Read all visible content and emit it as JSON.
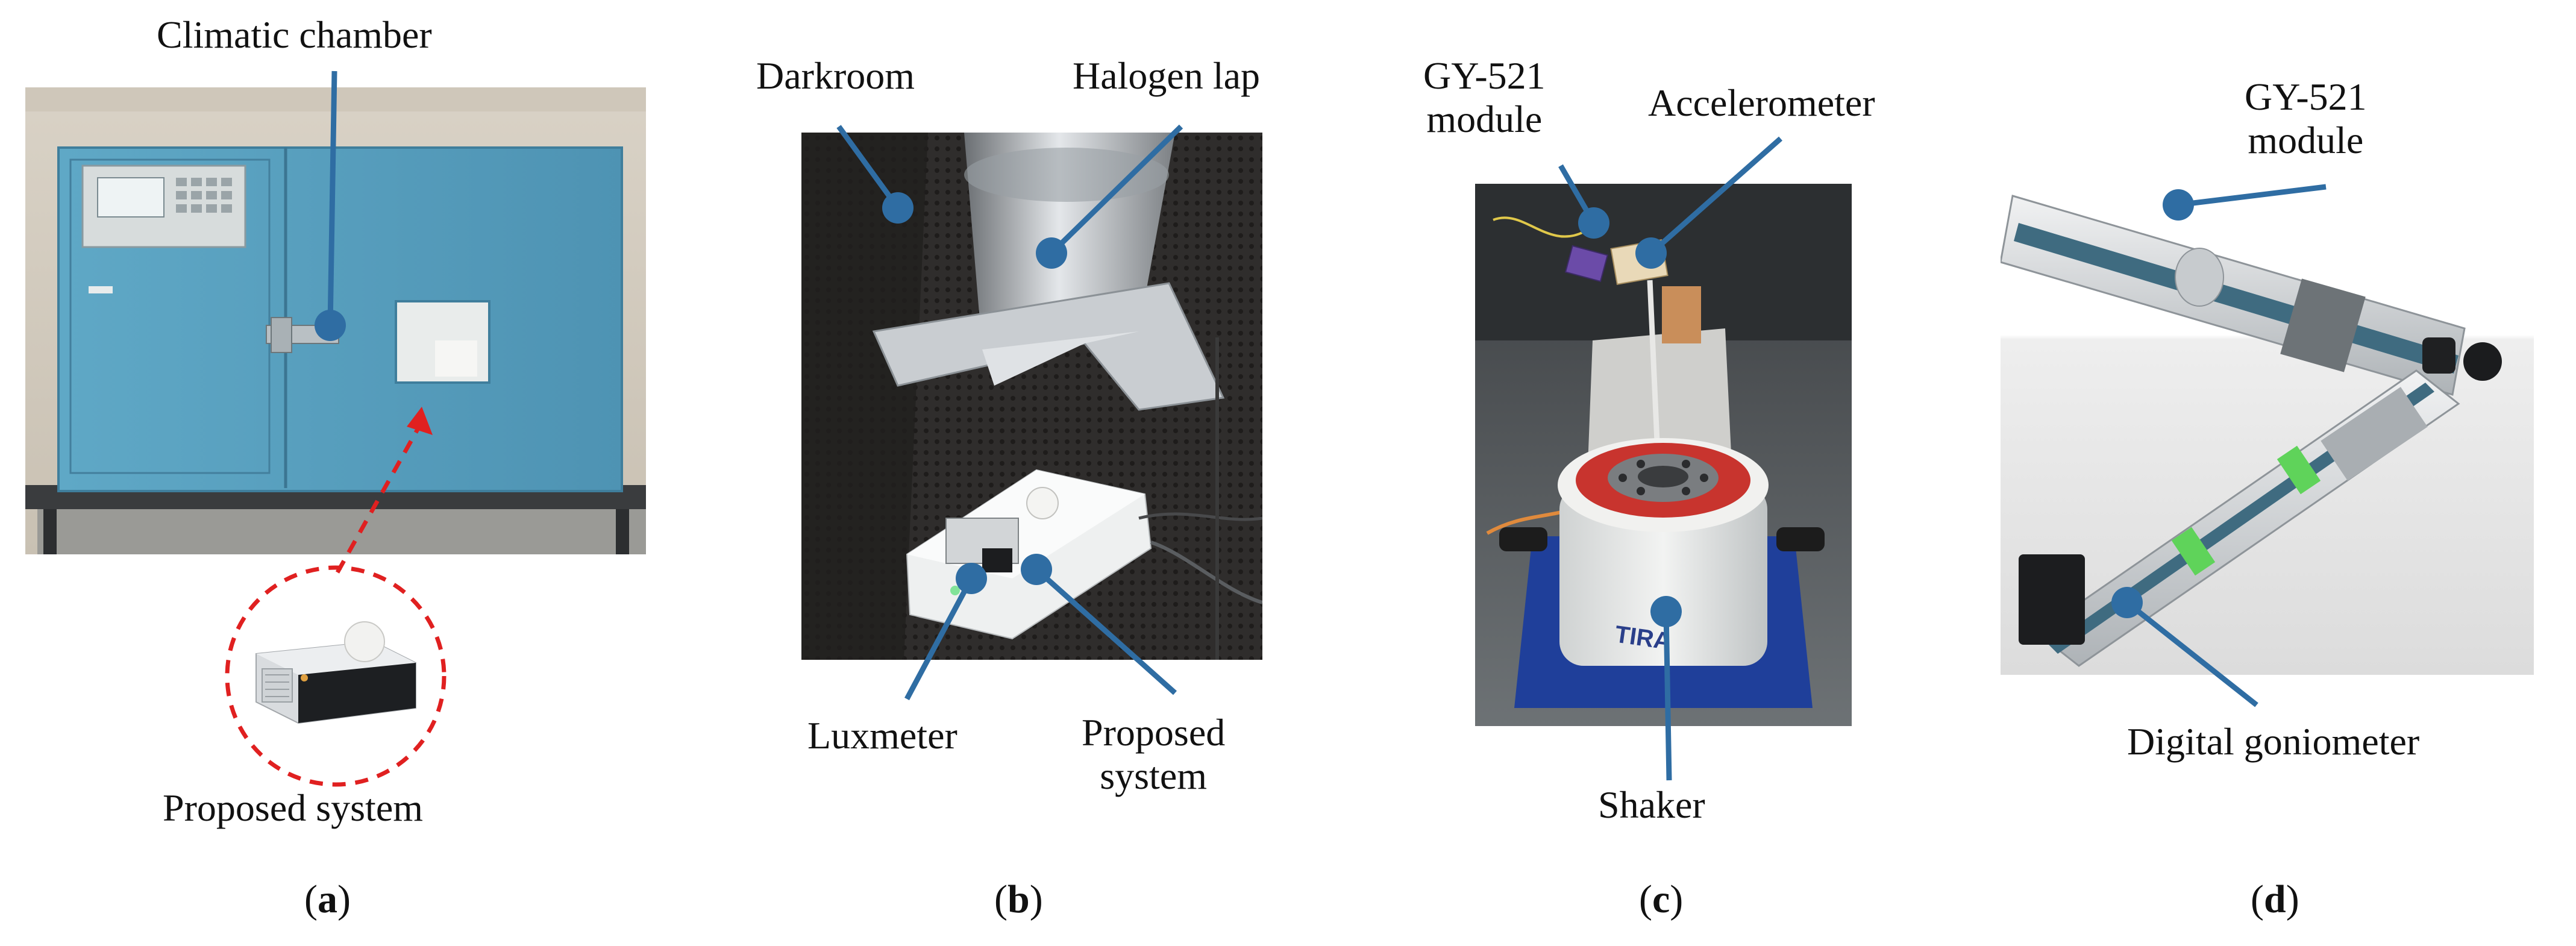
{
  "panels": {
    "a": {
      "caption_open": "(",
      "caption_letter": "a",
      "caption_close": ")",
      "labels": {
        "climatic_chamber": "Climatic chamber",
        "proposed_system": "Proposed system"
      }
    },
    "b": {
      "caption_open": "(",
      "caption_letter": "b",
      "caption_close": ")",
      "labels": {
        "darkroom": "Darkroom",
        "halogen_lamp": "Halogen lap",
        "luxmeter": "Luxmeter",
        "proposed_system_line1": "Proposed",
        "proposed_system_line2": "system"
      }
    },
    "c": {
      "caption_open": "(",
      "caption_letter": "c",
      "caption_close": ")",
      "labels": {
        "gy521_line1": "GY-521",
        "gy521_line2": "module",
        "accelerometer": "Accelerometer",
        "shaker": "Shaker"
      }
    },
    "d": {
      "caption_open": "(",
      "caption_letter": "d",
      "caption_close": ")",
      "labels": {
        "gy521_line1": "GY-521",
        "gy521_line2": "module",
        "digital_goniometer": "Digital goniometer"
      }
    }
  },
  "colors": {
    "callout": "#2f6da3",
    "dashed": "#e02020",
    "chamber": "#5ba3c2"
  }
}
